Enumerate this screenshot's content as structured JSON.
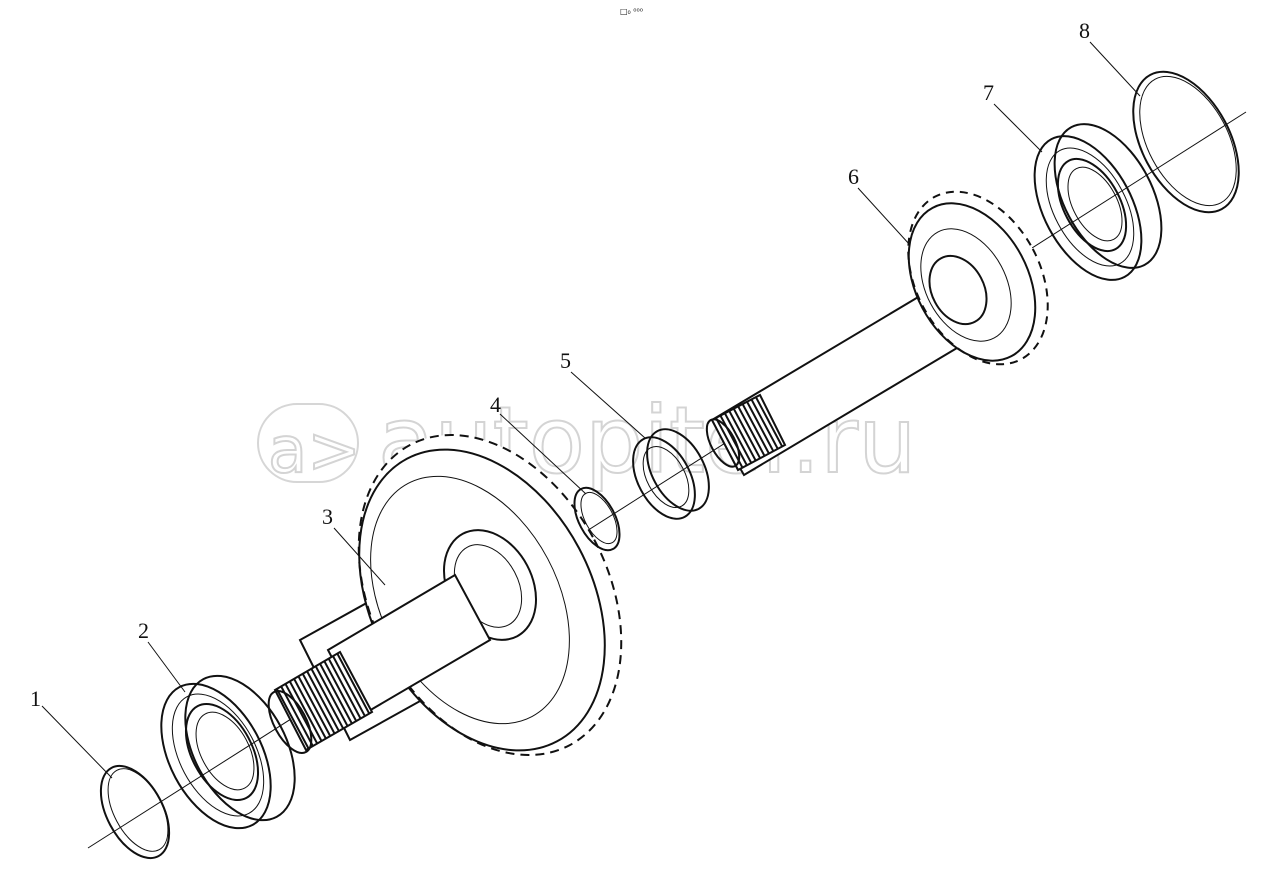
{
  "diagram": {
    "top_mark": "□₀ ⁰⁰⁰",
    "parts": [
      {
        "id": "1",
        "label": "1"
      },
      {
        "id": "2",
        "label": "2"
      },
      {
        "id": "3",
        "label": "3"
      },
      {
        "id": "4",
        "label": "4"
      },
      {
        "id": "5",
        "label": "5"
      },
      {
        "id": "6",
        "label": "6"
      },
      {
        "id": "7",
        "label": "7"
      },
      {
        "id": "8",
        "label": "8"
      }
    ],
    "watermark": {
      "badge": "a>",
      "text": "autopiter.ru"
    }
  }
}
